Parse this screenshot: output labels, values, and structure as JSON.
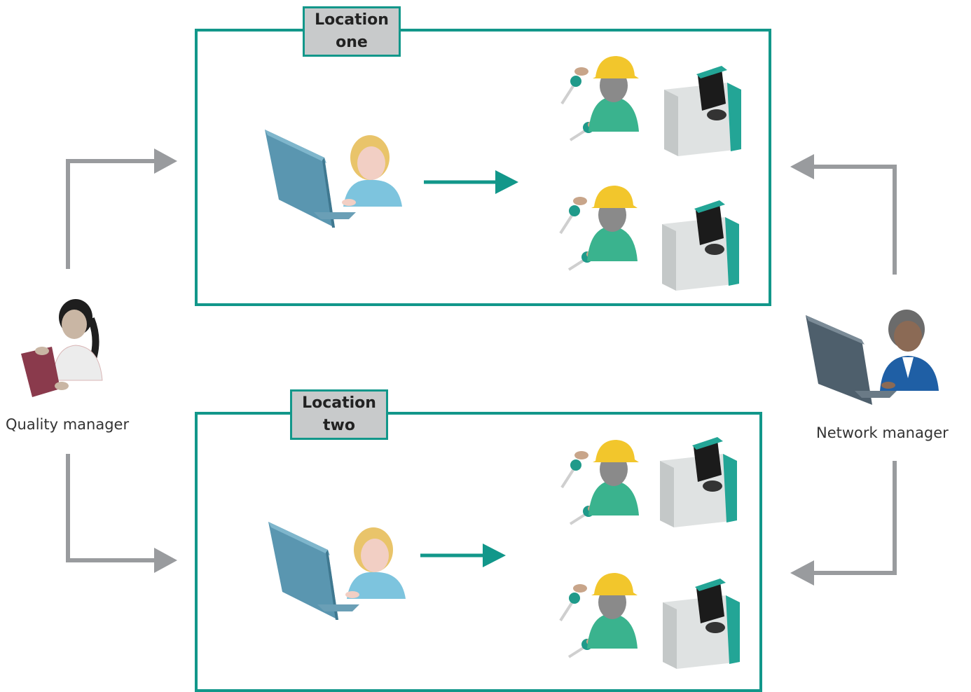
{
  "locations": [
    {
      "label_line1": "Location",
      "label_line2": "one"
    },
    {
      "label_line1": "Location",
      "label_line2": "two"
    }
  ],
  "roles": {
    "quality_manager": "Quality manager",
    "network_manager": "Network manager"
  },
  "colors": {
    "teal": "#12978a",
    "gray_arrow": "#999b9e",
    "label_fill": "#c8cacb"
  },
  "icons": {
    "operator": "person-at-computer-icon",
    "worker": "hardhat-worker-icon",
    "instrument": "analyzer-instrument-icon",
    "probe": "probe-icon",
    "quality_manager": "quality-manager-icon",
    "network_manager": "network-manager-icon"
  }
}
